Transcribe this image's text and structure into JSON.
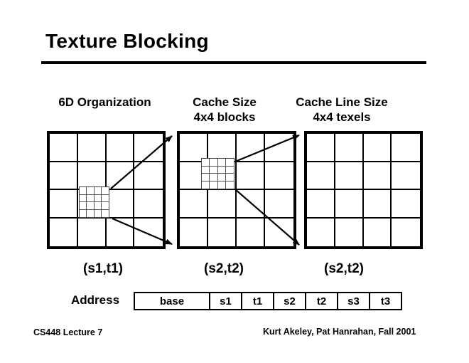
{
  "title": "Texture Blocking",
  "panels": [
    {
      "header1": "6D Organization",
      "header2": "",
      "label": "(s1,t1)"
    },
    {
      "header1": "Cache Size",
      "header2": "4x4 blocks",
      "label": "(s2,t2)"
    },
    {
      "header1": "Cache Line Size",
      "header2": "4x4 texels",
      "label": "(s2,t2)"
    }
  ],
  "address": {
    "label": "Address",
    "cells": [
      "base",
      "s1",
      "t1",
      "s2",
      "t2",
      "s3",
      "t3"
    ]
  },
  "footer": {
    "left": "CS448 Lecture 7",
    "right": "Kurt Akeley, Pat Hanrahan, Fall 2001"
  },
  "colors": {
    "ink": "#000000",
    "background": "#ffffff",
    "subgrid_line": "#555555"
  }
}
